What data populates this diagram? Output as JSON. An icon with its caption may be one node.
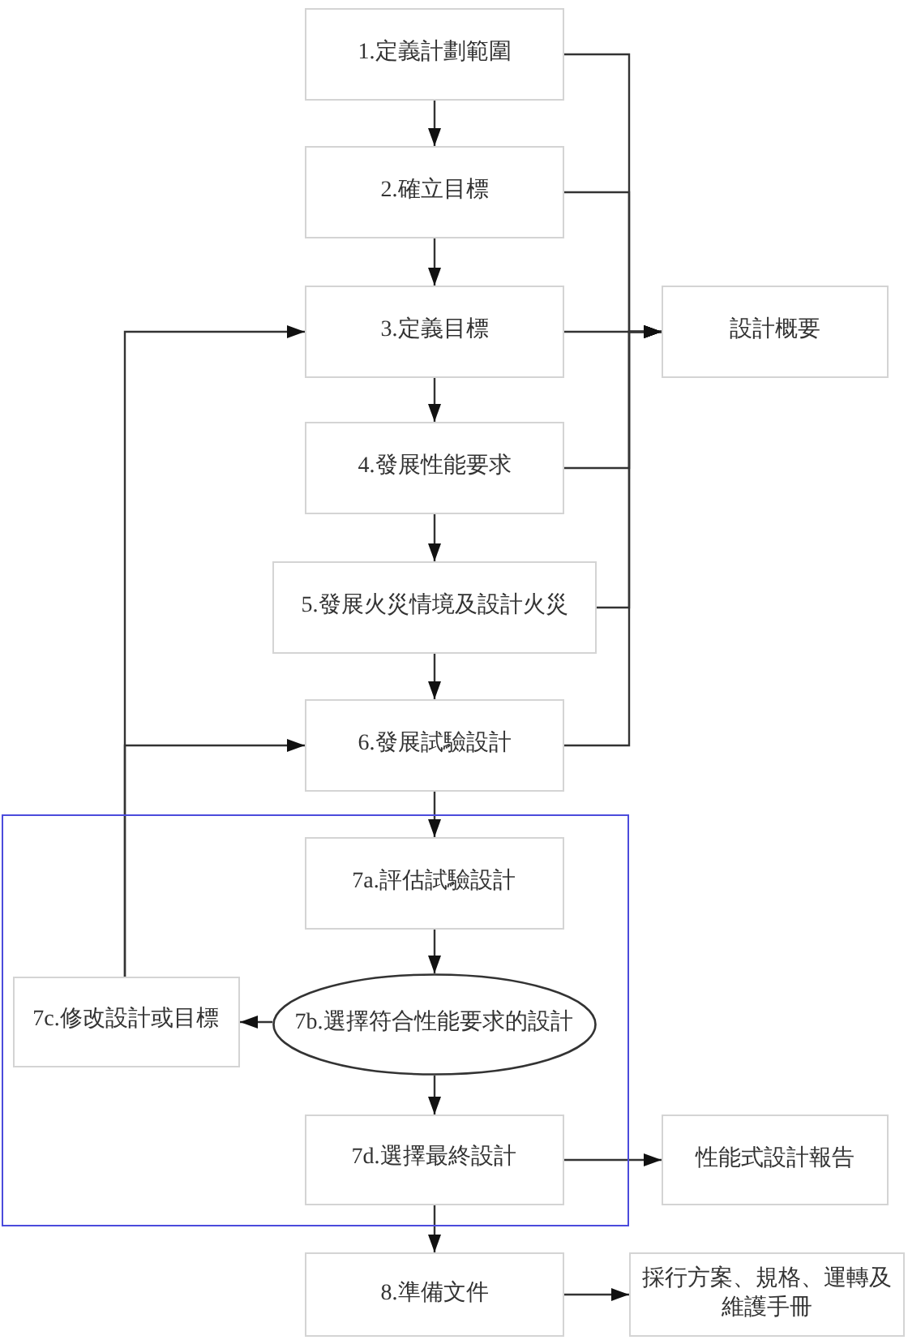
{
  "diagram": {
    "nodes": [
      {
        "text": [
          "1.定義計劃範圍"
        ]
      },
      {
        "text": [
          "2.確立目標"
        ]
      },
      {
        "text": [
          "3.定義目標"
        ]
      },
      {
        "text": [
          "設計概要"
        ]
      },
      {
        "text": [
          "4.發展性能要求"
        ]
      },
      {
        "text": [
          "5.發展火災情境及設計火災"
        ]
      },
      {
        "text": [
          "6.發展試驗設計"
        ]
      },
      {
        "text": [],
        "shape": "box"
      },
      {
        "text": [
          "7a.評估試驗設計"
        ],
        "in": 7
      },
      {
        "text": [
          "7c.修改設計或目標"
        ],
        "in": 7
      },
      {
        "text": [
          "7b.選擇符合性能要求的設計"
        ],
        "in": 7
      },
      {
        "text": [
          "7d.選擇最終設計"
        ],
        "in": 7
      },
      {
        "text": [
          "性能式設計報告"
        ]
      },
      {
        "text": [
          "8.準備文件"
        ]
      },
      {
        "text": [
          "採行方案、規格、運轉及維護手冊"
        ]
      }
    ],
    "edges": [
      {
        "from": 0,
        "to": 1,
        "arrow": "to"
      },
      {
        "from": 1,
        "to": 2,
        "arrow": "to"
      },
      {
        "from": 2,
        "to": 4,
        "arrow": "to"
      },
      {
        "from": 4,
        "to": 5,
        "arrow": "to"
      },
      {
        "from": 5,
        "to": 6,
        "arrow": "to"
      },
      {
        "from": 6,
        "to": 8,
        "arrow": "to"
      },
      {
        "from": 8,
        "to": 10,
        "arrow": "to"
      },
      {
        "from": 10,
        "to": 9,
        "arrow": "to"
      },
      {
        "from": 10,
        "to": 11,
        "arrow": "to"
      },
      {
        "from": 11,
        "to": 13,
        "arrow": "to"
      },
      {
        "from": 0,
        "to": 3,
        "arrow": "to"
      },
      {
        "from": 1,
        "to": 3,
        "arrow": "to"
      },
      {
        "from": 2,
        "to": 3,
        "arrow": "to"
      },
      {
        "from": 4,
        "to": 3,
        "arrow": "to"
      },
      {
        "from": 5,
        "to": 3,
        "arrow": "to"
      },
      {
        "from": 6,
        "to": 3,
        "arrow": "to"
      },
      {
        "from": 9,
        "to": 2,
        "arrow": "to"
      },
      {
        "from": 9,
        "to": 6,
        "arrow": "to"
      },
      {
        "from": 11,
        "to": 12,
        "arrow": "to"
      },
      {
        "from": 13,
        "to": 14,
        "arrow": "to"
      }
    ]
  }
}
